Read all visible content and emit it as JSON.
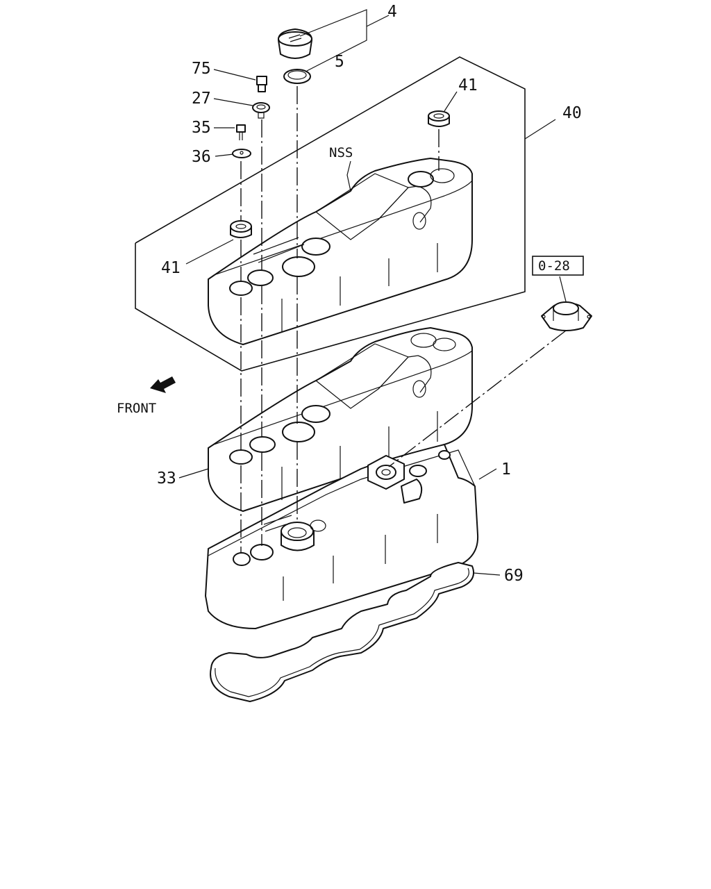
{
  "callouts": {
    "oil_cap": "4",
    "cap_seal": "5",
    "bolt": "75",
    "seal_washer": "27",
    "screw": "35",
    "washer": "36",
    "grommet_right": "41",
    "grommet_left": "41",
    "cover_assembly": "40",
    "nss": "NSS",
    "insulator": "33",
    "head_cover": "1",
    "gasket": "69",
    "ref_box": "0-28"
  },
  "front_label": "FRONT",
  "icons": {
    "front_arrow": "arrow-down-left-icon"
  }
}
